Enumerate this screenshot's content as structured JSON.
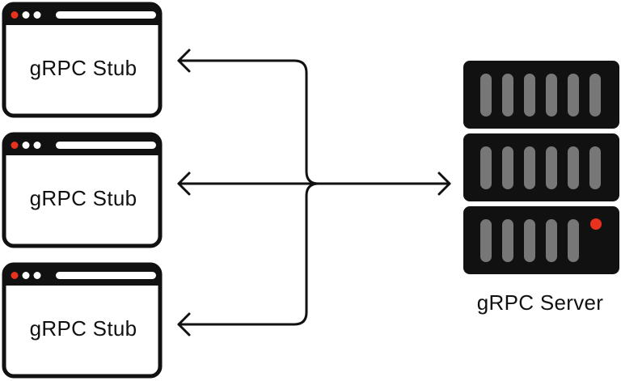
{
  "clients": [
    {
      "label": "gRPC Stub"
    },
    {
      "label": "gRPC Stub"
    },
    {
      "label": "gRPC Stub"
    }
  ],
  "server": {
    "label": "gRPC Server",
    "rack_units": 3
  },
  "colors": {
    "outline": "#111111",
    "window_dot_active": "#e8321e",
    "server_body": "#111111",
    "server_slot": "#777777",
    "server_led": "#e8321e"
  }
}
